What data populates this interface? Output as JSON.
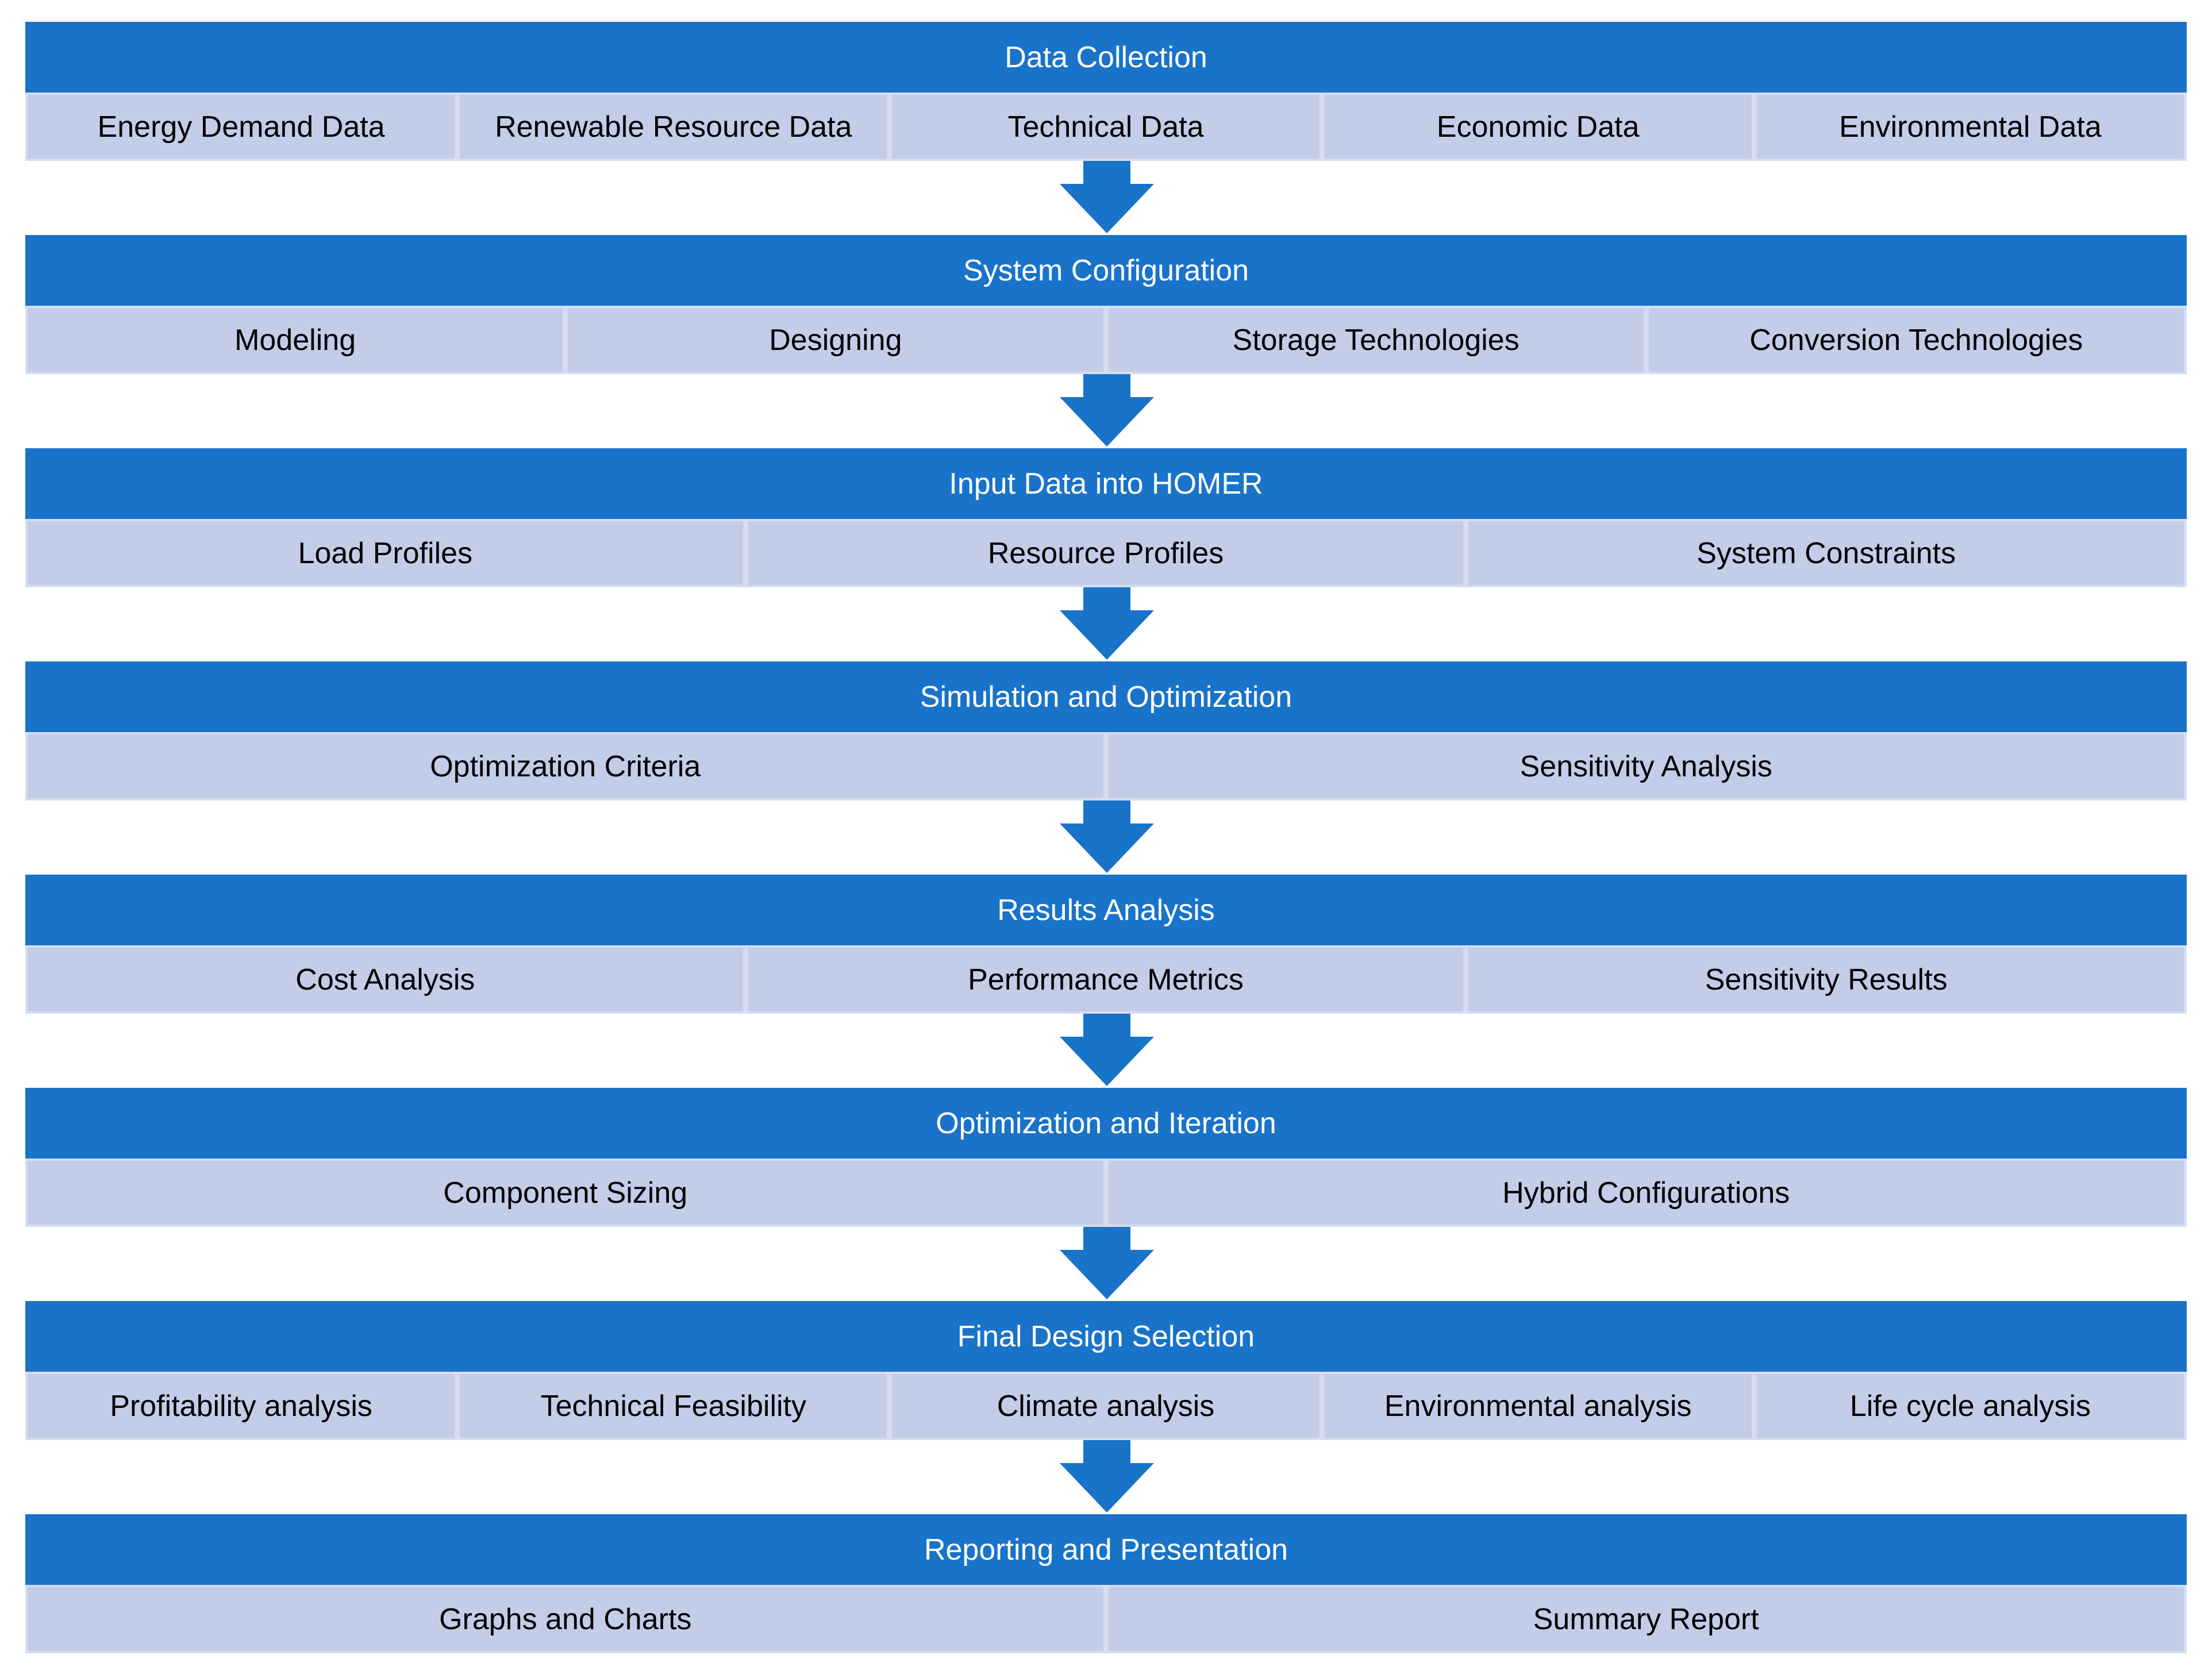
{
  "colors": {
    "header_fill": "#1873C9",
    "header_text": "#FFFFFF",
    "item_fill": "#C3CDE8",
    "item_border": "#D6DDF1",
    "item_text": "#000000",
    "arrow_fill": "#1873C9"
  },
  "stages": [
    {
      "title": "Data Collection",
      "items": [
        "Energy Demand Data",
        "Renewable Resource Data",
        "Technical Data",
        "Economic Data",
        "Environmental Data"
      ]
    },
    {
      "title": "System Configuration",
      "items": [
        "Modeling",
        "Designing",
        "Storage Technologies",
        "Conversion Technologies"
      ]
    },
    {
      "title": "Input Data into HOMER",
      "items": [
        "Load Profiles",
        "Resource Profiles",
        "System Constraints"
      ]
    },
    {
      "title": "Simulation and Optimization",
      "items": [
        "Optimization Criteria",
        "Sensitivity Analysis"
      ]
    },
    {
      "title": "Results Analysis",
      "items": [
        "Cost Analysis",
        "Performance Metrics",
        "Sensitivity Results"
      ]
    },
    {
      "title": "Optimization and Iteration",
      "items": [
        "Component Sizing",
        "Hybrid Configurations"
      ]
    },
    {
      "title": "Final Design Selection",
      "items": [
        "Profitability analysis",
        "Technical Feasibility",
        "Climate analysis",
        "Environmental analysis",
        "Life cycle analysis"
      ]
    },
    {
      "title": "Reporting and Presentation",
      "items": [
        "Graphs and Charts",
        "Summary Report"
      ]
    }
  ]
}
